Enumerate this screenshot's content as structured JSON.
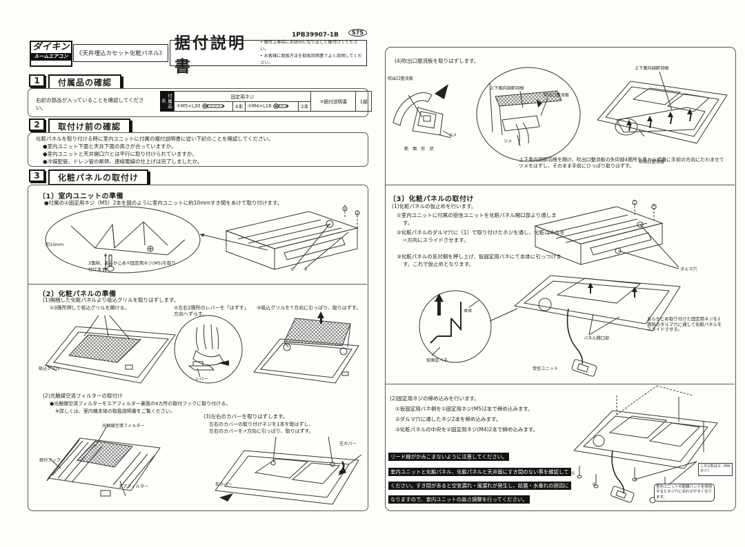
{
  "doc": {
    "code": "1PB39907-1B",
    "stamp": "S75",
    "brand1": "ダイキン",
    "brand2": "ルームエアコン",
    "product": "《天井埋込カセット化粧パネル》",
    "title": "据付説明書",
    "note1": "据付工事前にお読みになり正しく据付けてください。",
    "note2": "お客様に取扱方法を取扱説明書でよく説明してください。"
  },
  "sec1": {
    "num": "1",
    "title": "付属品の確認",
    "body": "右記の部品が入っていることを確認してください。",
    "rowhead": "付属品名",
    "group": "固定用ネジ",
    "i1": "①M5×L30",
    "q1": "4本",
    "i2": "②M4×L16",
    "q2": "2本",
    "i3": "③据付説明書",
    "q3": "1部"
  },
  "sec2": {
    "num": "2",
    "title": "取付け前の確認",
    "intro": "化粧パネルを取り付ける時に室内ユニットに付属の据付説明書に従い下記のことを確認してください。",
    "b1": "●室内ユニット下面と天井下面の高さが合っていますか。",
    "b2": "●室内ユニットと天井開口穴とは平行に取り付けられていますか。",
    "b3": "●冷媒配管、ドレン管の断熱、連絡電線の仕上げは完了しましたか。"
  },
  "sec3": {
    "num": "3",
    "title": "化粧パネルの取付け"
  },
  "p1s1": {
    "title": "〔1〕室内ユニットの準備",
    "bullet": "●付属の①固定用ネジ（M5）2本を図のように室内ユニットに約10mmすき間をあけて取り付けます。",
    "dim": "約10mm",
    "caption": "2箇所、あらかじめ①固定用ネジ(M5)を取り付けます。",
    "mk1": "①",
    "mk2": "②"
  },
  "p1s2": {
    "title": "〔2〕化粧パネルの準備",
    "step1": "(1)開梱した化粧パネルより吸込グリルを取りはずします。",
    "s1a": "①3箇所押して吸込グリルを開ける。",
    "s1b": "②左右2箇所のレバーを「はずす」方向へずらす。",
    "s1c": "③吸込グリルを↑方向に引っぱり、取りはずす。",
    "grille": "吸込グリル",
    "lever": "レバー",
    "step2": "(2)光触媒空清フィルターの取付け",
    "s2a": "●光触媒空清フィルターをエアフィルター裏面の4カ所の取付フックに取り付ける。",
    "s2b": "※詳しくは、室内機本体の取扱説明書をご覧ください。",
    "filter": "光触媒空清フィルター",
    "hook": "取付フック",
    "air": "エアフィルター",
    "step3": "(3)左右のカバーを取りはずします。",
    "s3a": "左右のカバーの取り付けネジを1本を取はずし、",
    "s3b": "左右のカバーを➚方向に引っぱり、取りはずす。",
    "lcover": "左カバー",
    "rcover": "右カバー"
  },
  "p2s4": {
    "step": "(4)吹出口整流板を取りはずします。",
    "plate": "吹出口整流板",
    "louver": "上下風向調節羽根",
    "claw": "ツメ",
    "xsec": "断 面 形 状",
    "body": "上下風向調節羽根を開け、吹出口整流板の矢印部4箇所を奥から順番に手前の方向にたわませてツメをはずし、そのまま手前にひっぱり取りはずす。"
  },
  "p2s3": {
    "title": "〔3〕化粧パネルの取付け",
    "step1": "(1)化粧パネルの仮止めを行います。",
    "a": "①室内ユニットに付属の受信ユニットを化粧パネル開口部より通します。",
    "b": "②化粧パネルのダルマ穴に〔1〕で取り付けたネジを通し、化粧パネルを⇨方向にスライドさせます。",
    "c": "③化粧パネルの反対側を押し上げ、仮固定用バネにて本体に引っつけます。これで仮止めとなります。",
    "daruma": "ダルマ穴",
    "honbody": "本体",
    "spring": "仮固定バネ",
    "opening": "パネル開口部",
    "receiver": "受信ユニット",
    "note": "あらかじめ取り付けた固定用ネジを2箇所のダルマ穴に通して化粧パネルをスライドさせる。"
  },
  "p2s5": {
    "step": "(2)固定用ネジの締め込みを行います。",
    "a": "①仮固定用バネ側を①固定用ネジ(M5)2本で締め込みます。",
    "b": "②ダルマ穴に通したネジ2本を締め込みます。",
    "c": "③化粧パネルの中央を②固定用ネジ(M4)2本で締め込みます。",
    "warn1": "リード線がかみこまないように注意してください。",
    "warn2": "室内ユニットと化粧パネル、化粧パネルと天井面にすき間のない事を確認してください。すき間があると空気漏れ・風漏れが発生し、結露・水垂れの原因になりますので、室内ユニットの高さ調整を行ってください。",
    "co1": "この2本は②（M4ネジ）",
    "co2": "室内ユニットの配線バンドを併用するとネジ穴に合わせやすくなります。",
    "mk1": "①",
    "mk2": "②"
  }
}
